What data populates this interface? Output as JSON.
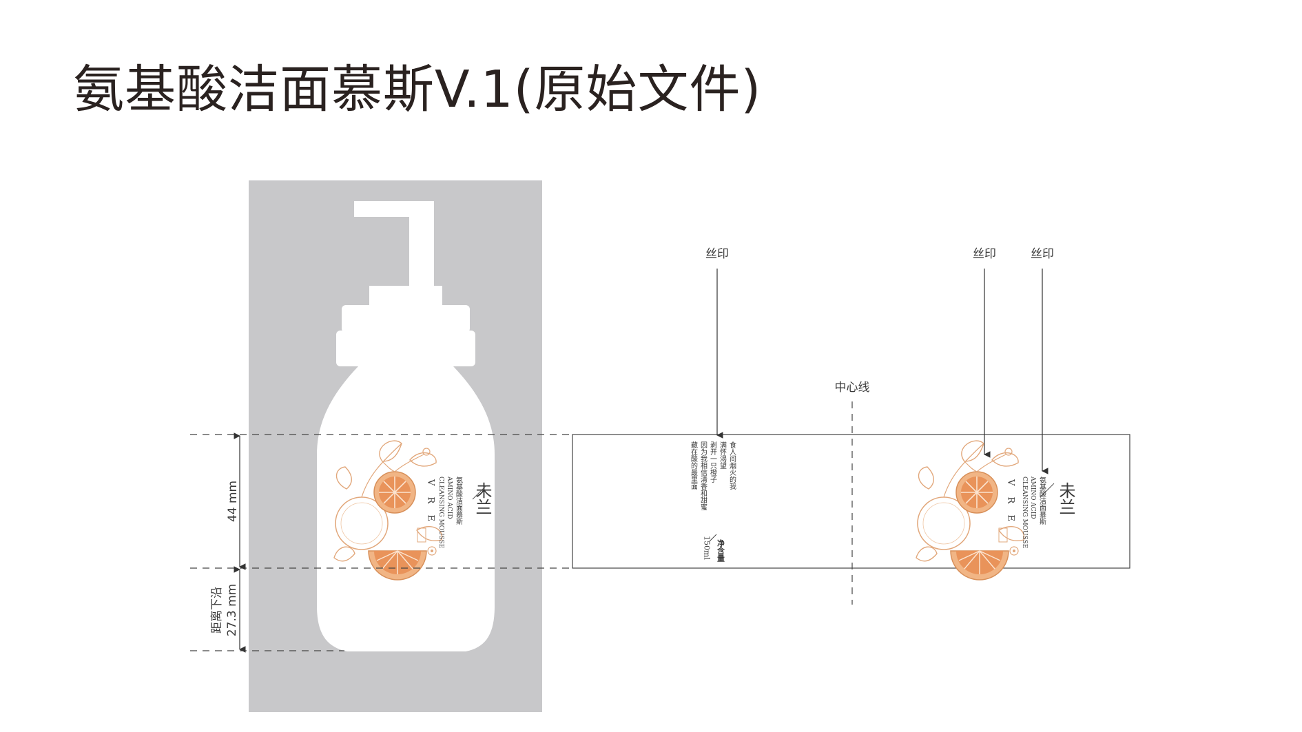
{
  "title": "氨基酸洁面慕斯V.1(原始文件)",
  "annotations": {
    "silk_print": "丝印",
    "center_line": "中心线"
  },
  "dimensions": {
    "label_height": "44 mm",
    "bottom_offset_label": "距离下沿",
    "bottom_offset_value": "27.3 mm"
  },
  "brand": {
    "chinese_name": "未兰",
    "latin_name": "V R E",
    "product_cn": "氨基酸洁面慕斯",
    "product_en_1": "AMINO ACID",
    "product_en_2": "CLEANSING MOUSSE"
  },
  "label_copy": {
    "poem_lines": [
      "食人间烟火的我",
      "满怀渴望",
      "剥开一只橙子",
      "因为我相信清香和甜蜜",
      "藏在酸的最里面"
    ],
    "net_content_label": "净含量",
    "net_content_value": "150ml"
  },
  "colors": {
    "background_panel": "#c8c8ca",
    "illustration_orange": "#e8a878",
    "line": "#333333"
  }
}
